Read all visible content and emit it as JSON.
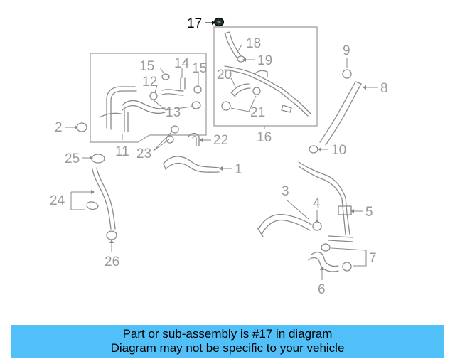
{
  "callouts": {
    "c1": "1",
    "c2": "2",
    "c3": "3",
    "c4": "4",
    "c5": "5",
    "c6": "6",
    "c7": "7",
    "c8": "8",
    "c9": "9",
    "c10": "10",
    "c11": "11",
    "c12": "12",
    "c13": "13",
    "c14": "14",
    "c15a": "15",
    "c15b": "15",
    "c16": "16",
    "c17": "17",
    "c18": "18",
    "c19": "19",
    "c20": "20",
    "c21": "21",
    "c22": "22",
    "c23": "23",
    "c24": "24",
    "c25": "25",
    "c26": "26"
  },
  "highlighted_part": "17",
  "banner": {
    "line1": "Part or sub-assembly is #17 in diagram",
    "line2": "Diagram may not be specific to your vehicle",
    "background": "#52c0f8"
  },
  "colors": {
    "line": "#8a8a8a",
    "highlight": "#000000"
  }
}
